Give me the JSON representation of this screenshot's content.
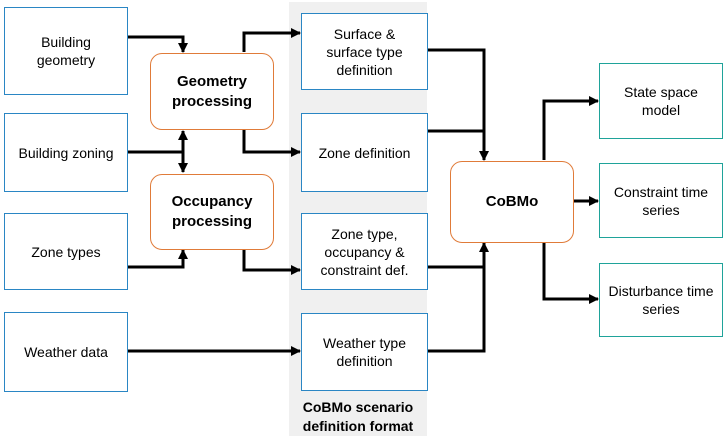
{
  "inputs": {
    "building_geometry": "Building\ngeometry",
    "building_zoning": "Building zoning",
    "zone_types": "Zone types",
    "weather_data": "Weather data"
  },
  "processing": {
    "geometry": "Geometry\nprocessing",
    "occupancy": "Occupancy\nprocessing"
  },
  "scenario": {
    "surface": "Surface &\nsurface type\ndefinition",
    "zone_def": "Zone definition",
    "zone_type": "Zone type,\noccupancy &\nconstraint def.",
    "weather_type": "Weather type\ndefinition",
    "label": "CoBMo scenario\ndefinition format"
  },
  "core": {
    "cobmo": "CoBMo"
  },
  "outputs": {
    "state_space": "State space\nmodel",
    "constraint_ts": "Constraint time\nseries",
    "disturbance_ts": "Disturbance time\nseries"
  },
  "colors": {
    "input_border": "#2a86c4",
    "process_border": "#e07b39",
    "output_border": "#1fa39a",
    "panel_bg": "#f0f0f0",
    "arrow": "#000000"
  }
}
